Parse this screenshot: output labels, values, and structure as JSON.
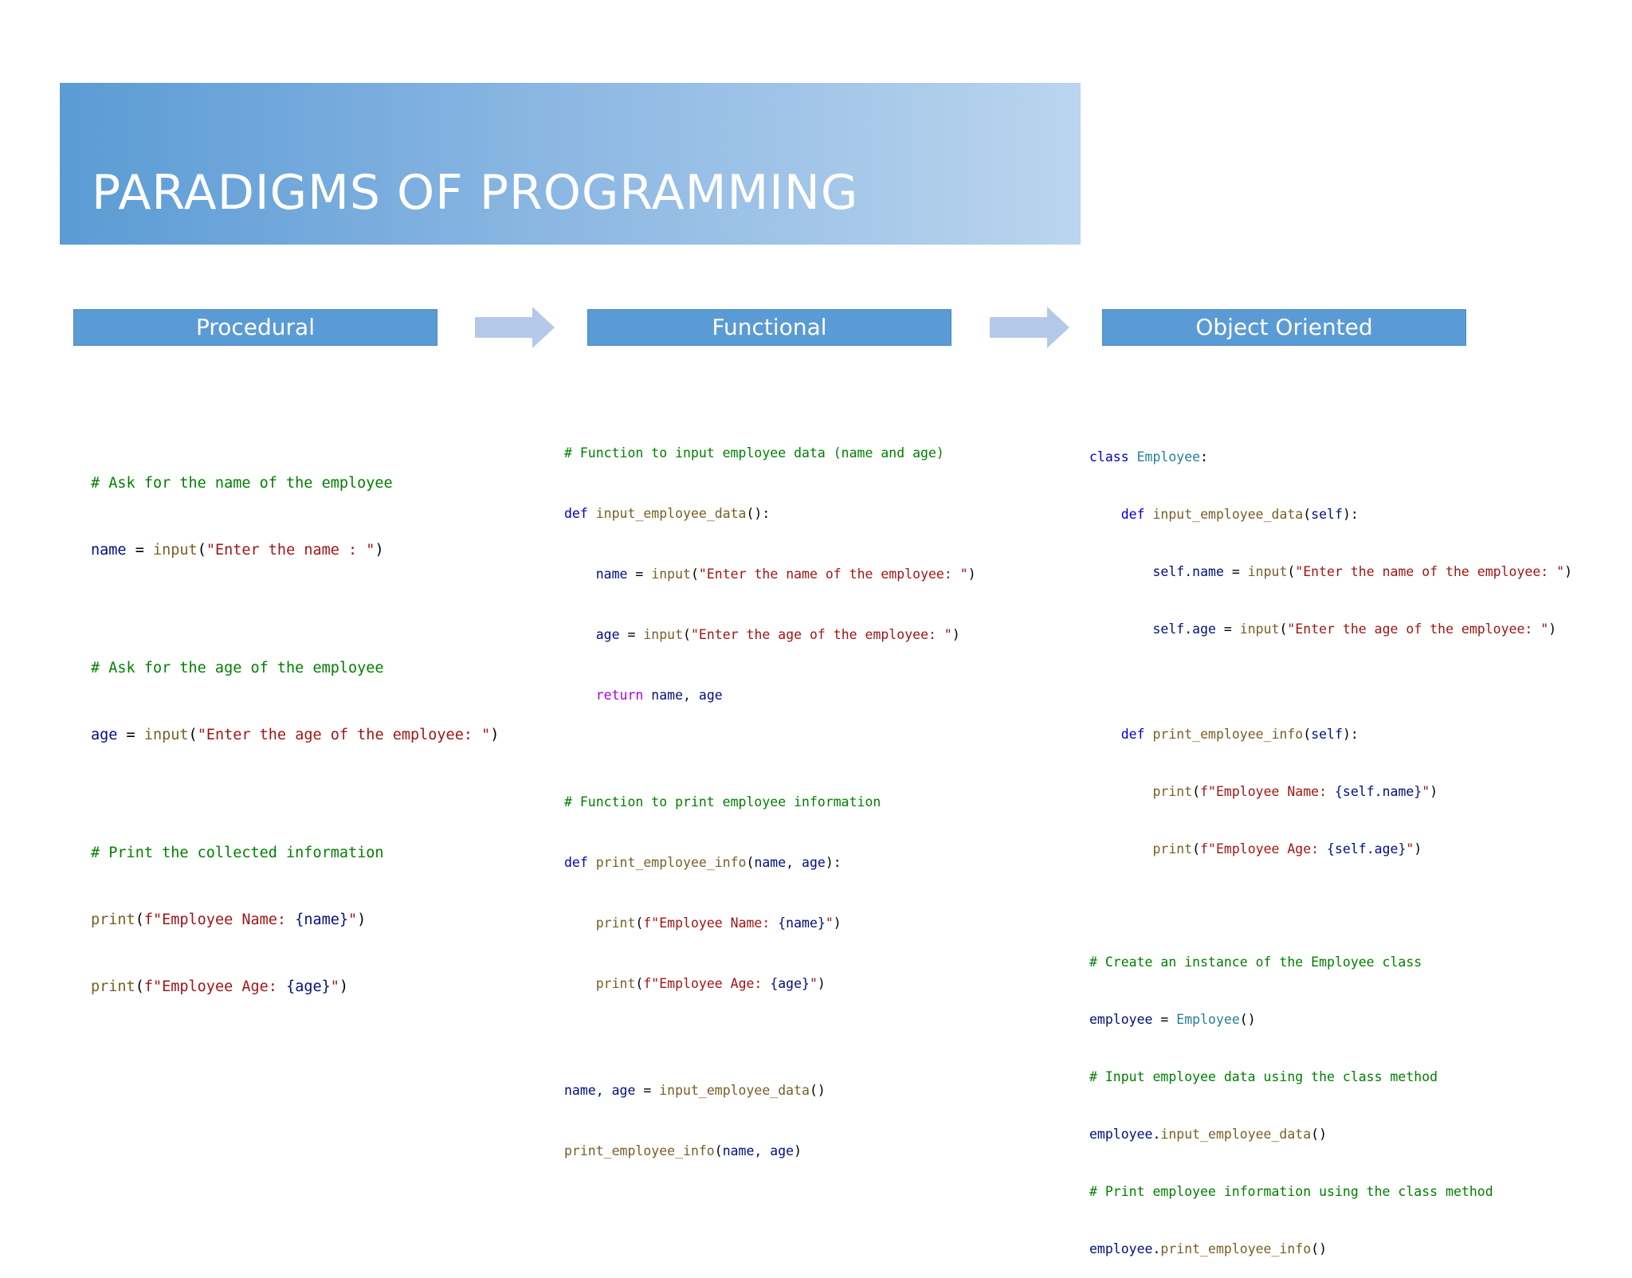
{
  "slide": {
    "title": "PARADIGMS OF PROGRAMMING",
    "colors": {
      "banner_start": "#5b9bd5",
      "banner_end": "#bad5ee",
      "box": "#5b9bd5",
      "arrow": "#b4c9e8"
    }
  },
  "paradigms": [
    {
      "label": "Procedural"
    },
    {
      "label": "Functional"
    },
    {
      "label": "Object Oriented"
    }
  ],
  "code": {
    "procedural": {
      "comment1": "# Ask for the name of the employee",
      "l1_var": "name",
      "l1_op": " = ",
      "l1_fn": "input",
      "l1_p1": "(",
      "l1_str": "\"Enter the name : \"",
      "l1_p2": ")",
      "comment2": "# Ask for the age of the employee",
      "l2_var": "age",
      "l2_op": " = ",
      "l2_fn": "input",
      "l2_p1": "(",
      "l2_str": "\"Enter the age of the employee: \"",
      "l2_p2": ")",
      "comment3": "# Print the collected information",
      "l3_fn": "print",
      "l3_p1": "(",
      "l3_str1": "f\"Employee Name: ",
      "l3_expr": "{name}",
      "l3_str2": "\"",
      "l3_p2": ")",
      "l4_fn": "print",
      "l4_p1": "(",
      "l4_str1": "f\"Employee Age: ",
      "l4_expr": "{age}",
      "l4_str2": "\"",
      "l4_p2": ")"
    },
    "functional": {
      "comment1": "# Function to input employee data (name and age)",
      "def1_kw": "def ",
      "def1_fn": "input_employee_data",
      "def1_rest": "():",
      "l1_var": "name",
      "l1_op": " = ",
      "l1_fn": "input",
      "l1_p1": "(",
      "l1_str": "\"Enter the name of the employee: \"",
      "l1_p2": ")",
      "l2_var": "age",
      "l2_op": " = ",
      "l2_fn": "input",
      "l2_p1": "(",
      "l2_str": "\"Enter the age of the employee: \"",
      "l2_p2": ")",
      "ret_kw": "return",
      "ret_rest": " name, age",
      "comment2": "# Function to print employee information",
      "def2_kw": "def ",
      "def2_fn": "print_employee_info",
      "def2_p1": "(",
      "def2_args": "name, age",
      "def2_p2": "):",
      "l3_fn": "print",
      "l3_p1": "(",
      "l3_str1": "f\"Employee Name: ",
      "l3_expr": "{name}",
      "l3_str2": "\"",
      "l3_p2": ")",
      "l4_fn": "print",
      "l4_p1": "(",
      "l4_str1": "f\"Employee Age: ",
      "l4_expr": "{age}",
      "l4_str2": "\"",
      "l4_p2": ")",
      "c1_vars": "name, age",
      "c1_op": " = ",
      "c1_fn": "input_employee_data",
      "c1_rest": "()",
      "c2_fn": "print_employee_info",
      "c2_p1": "(",
      "c2_args": "name, age",
      "c2_p2": ")"
    },
    "oop": {
      "class_kw": "class ",
      "class_name": "Employee",
      "class_colon": ":",
      "def1_kw": "def ",
      "def1_fn": "input_employee_data",
      "def1_p1": "(",
      "def1_self": "self",
      "def1_p2": "):",
      "l1_var": "self.name",
      "l1_op": " = ",
      "l1_fn": "input",
      "l1_p1": "(",
      "l1_str": "\"Enter the name of the employee: \"",
      "l1_p2": ")",
      "l2_var": "self.age",
      "l2_op": " = ",
      "l2_fn": "input",
      "l2_p1": "(",
      "l2_str": "\"Enter the age of the employee: \"",
      "l2_p2": ")",
      "def2_kw": "def ",
      "def2_fn": "print_employee_info",
      "def2_p1": "(",
      "def2_self": "self",
      "def2_p2": "):",
      "l3_fn": "print",
      "l3_p1": "(",
      "l3_str1": "f\"Employee Name: ",
      "l3_expr": "{self.name}",
      "l3_str2": "\"",
      "l3_p2": ")",
      "l4_fn": "print",
      "l4_p1": "(",
      "l4_str1": "f\"Employee Age: ",
      "l4_expr": "{self.age}",
      "l4_str2": "\"",
      "l4_p2": ")",
      "comment1": "# Create an instance of the Employee class",
      "inst_var": "employee",
      "inst_op": " = ",
      "inst_cls": "Employee",
      "inst_rest": "()",
      "comment2": "# Input employee data using the class method",
      "call1_var": "employee",
      "call1_dot": ".",
      "call1_fn": "input_employee_data",
      "call1_rest": "()",
      "comment3": "# Print employee information using the class method",
      "call2_var": "employee",
      "call2_dot": ".",
      "call2_fn": "print_employee_info",
      "call2_rest": "()"
    }
  }
}
